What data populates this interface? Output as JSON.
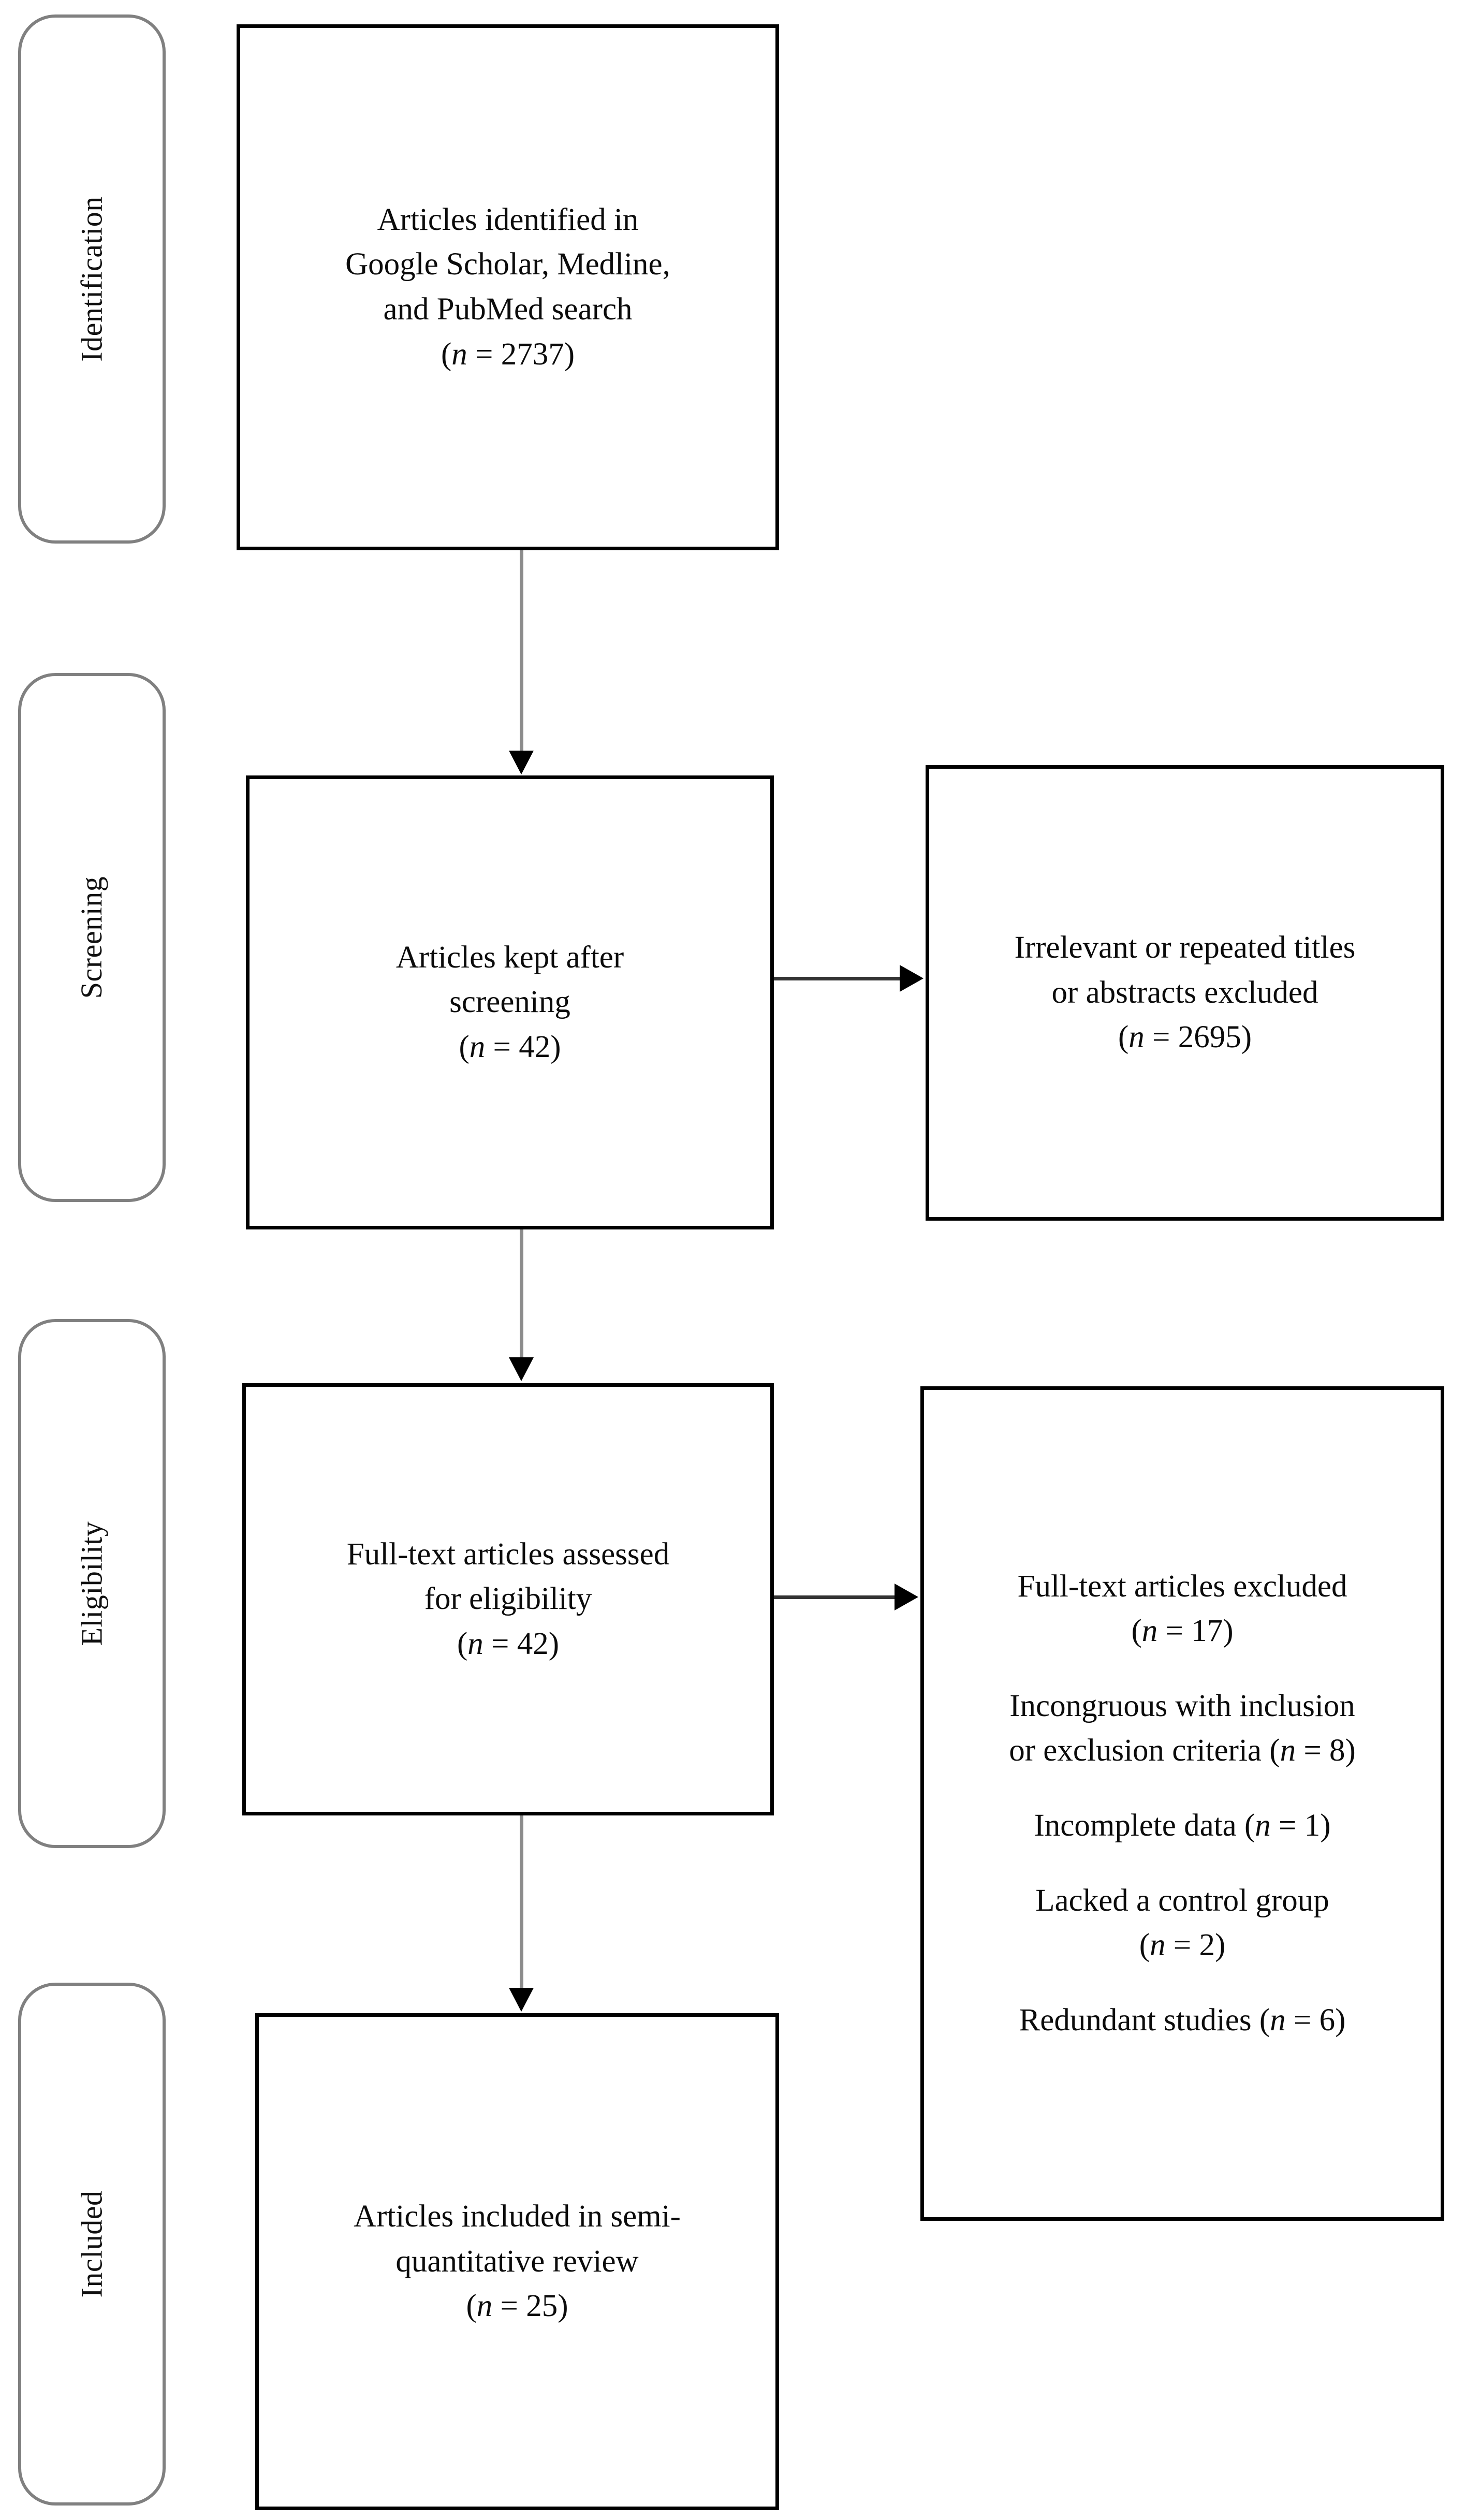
{
  "diagram": {
    "type": "prisma-flow-diagram",
    "stages": [
      {
        "id": "identification",
        "label": "Identification"
      },
      {
        "id": "screening",
        "label": "Screening"
      },
      {
        "id": "eligibility",
        "label": "Eligibility"
      },
      {
        "id": "included",
        "label": "Included"
      }
    ],
    "boxes": {
      "identification": {
        "line1": "Articles identified in",
        "line2": "Google Scholar, Medline,",
        "line3": "and PubMed search",
        "count_prefix": "(",
        "count_n": "n",
        "count_eq": " = ",
        "count_value": "2737",
        "count_suffix": ")"
      },
      "screening_kept": {
        "line1": "Articles kept after",
        "line2": "screening",
        "count_prefix": "(",
        "count_n": "n",
        "count_eq": " = ",
        "count_value": "42",
        "count_suffix": ")"
      },
      "screening_excluded": {
        "line1": "Irrelevant or repeated titles",
        "line2": "or abstracts excluded",
        "count_prefix": "(",
        "count_n": "n",
        "count_eq": " = ",
        "count_value": "2695",
        "count_suffix": ")"
      },
      "eligibility_assessed": {
        "line1": "Full-text articles assessed",
        "line2": "for eligibility",
        "count_prefix": "(",
        "count_n": "n",
        "count_eq": " = ",
        "count_value": "42",
        "count_suffix": ")"
      },
      "eligibility_excluded": {
        "item1_line1": "Full-text articles excluded",
        "item1_count_prefix": "(",
        "item1_count_n": "n",
        "item1_count_eq": " = ",
        "item1_count_value": "17",
        "item1_count_suffix": ")",
        "item2_line1": "Incongruous with inclusion",
        "item2_line2_a": "or exclusion criteria (",
        "item2_line2_n": "n",
        "item2_line2_eq": " = ",
        "item2_line2_value": "8",
        "item2_line2_suffix": ")",
        "item3_a": "Incomplete data (",
        "item3_n": "n",
        "item3_eq": " = ",
        "item3_value": "1",
        "item3_suffix": ")",
        "item4_line1": "Lacked a control group",
        "item4_count_prefix": "(",
        "item4_count_n": "n",
        "item4_count_eq": " = ",
        "item4_count_value": "2",
        "item4_count_suffix": ")",
        "item5_a": "Redundant studies (",
        "item5_n": "n",
        "item5_eq": " = ",
        "item5_value": "6",
        "item5_suffix": ")"
      },
      "included_final": {
        "line1": "Articles included in semi-",
        "line2": "quantitative review",
        "count_prefix": "(",
        "count_n": "n",
        "count_eq": " = ",
        "count_value": "25",
        "count_suffix": ")"
      }
    },
    "colors": {
      "box_border": "#000000",
      "capsule_border": "#808080",
      "vertical_connector": "#8c8c8c",
      "horizontal_connector": "#333333",
      "arrowhead": "#000000",
      "background": "#ffffff",
      "text": "#0b0b0b"
    }
  }
}
